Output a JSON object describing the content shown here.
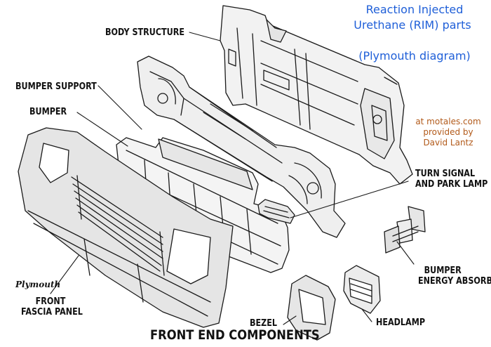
{
  "header": {
    "title_line1": "Reaction Injected",
    "title_line2": "Urethane (RIM) parts",
    "subtitle": "(Plymouth diagram)"
  },
  "credit": {
    "line1": "at motales.com",
    "line2": "provided by",
    "line3": "David Lantz"
  },
  "labels": {
    "body_structure": "BODY STRUCTURE",
    "bumper_support": "BUMPER SUPPORT",
    "bumper": "BUMPER",
    "turn_signal_line1": "TURN SIGNAL",
    "turn_signal_line2": "AND PARK LAMP",
    "bumper_energy_line1": "BUMPER",
    "bumper_energy_line2": "ENERGY ABSORBER",
    "front_fascia_line1": "FRONT",
    "front_fascia_line2": "FASCIA PANEL",
    "bezel": "BEZEL",
    "headlamp": "HEADLAMP"
  },
  "logo": "Plymouth",
  "footer_title": "FRONT END COMPONENTS"
}
